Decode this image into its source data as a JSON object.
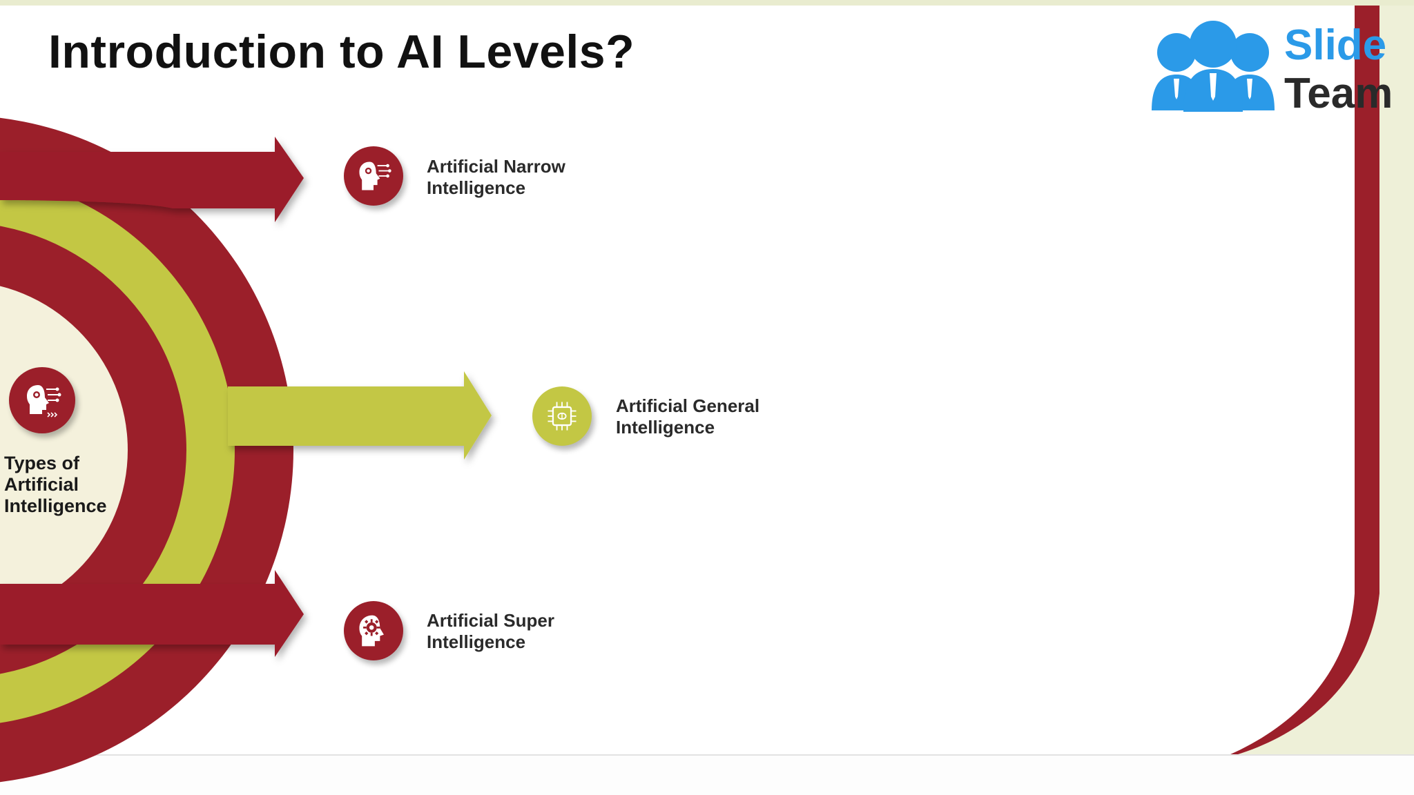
{
  "slide": {
    "title": "Introduction to AI Levels?",
    "center_label": "Types of Artificial Intelligence",
    "center_icon": "ai-head-circuit-icon"
  },
  "logo": {
    "line1": "Slide",
    "line2": "Team",
    "icon": "team-people-icon"
  },
  "levels": [
    {
      "label": "Artificial Narrow Intelligence",
      "icon": "ai-head-circuit-icon",
      "color": "#9b1f2a"
    },
    {
      "label": "Artificial General Intelligence",
      "icon": "ai-chip-icon",
      "color": "#c3c744"
    },
    {
      "label": "Artificial Super Intelligence",
      "icon": "brain-gear-head-icon",
      "color": "#9b1f2a"
    }
  ],
  "colors": {
    "primary_red": "#9b1f2a",
    "accent_green": "#c3c744",
    "center_fill": "#f4f1dc",
    "right_panel": "#eef0d8",
    "logo_blue": "#2b9ae8"
  }
}
